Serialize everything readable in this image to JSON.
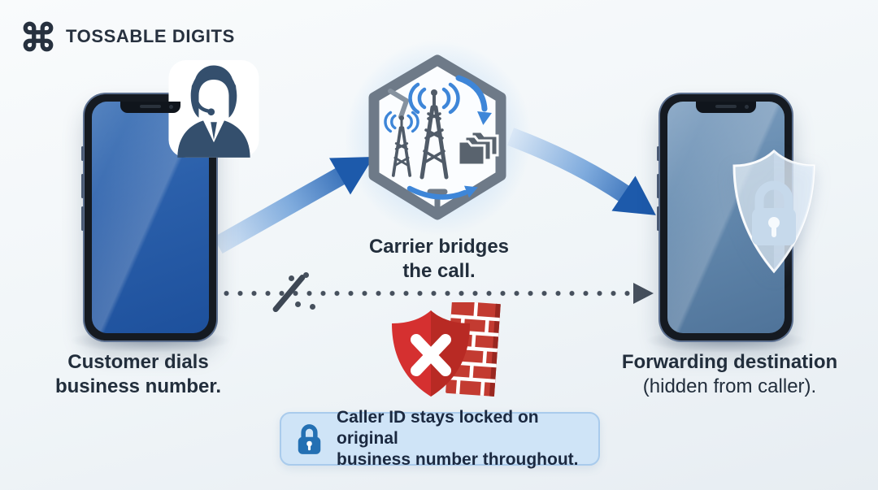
{
  "logo": {
    "text": "TOSSABLE DIGITS"
  },
  "flow": {
    "left_caption": {
      "line1": "Customer dials",
      "line2": "business number."
    },
    "center_caption": {
      "line1": "Carrier bridges",
      "line2": "the call."
    },
    "right_caption": {
      "line1": "Forwarding destination",
      "line2": "(hidden from caller)."
    }
  },
  "banner": {
    "line1": "Caller ID stays locked on original",
    "line2": "business number throughout."
  },
  "icons": {
    "command-icon": "command glyph brand mark",
    "support-agent-icon": "customer service agent with headset",
    "carrier-hexagon-icon": "hexagon containing cell towers and data folders",
    "cell-tower-icon": "radio tower with blue signal arcs",
    "folders-icon": "stacked document folders",
    "flow-arrow": "thick blue curved arrow",
    "blocked-line": "dotted line with slash meaning direct path blocked",
    "firewall-shield-icon": "red shield with white X in front of brick wall",
    "privacy-shield-icon": "translucent glass shield with padlock",
    "lock-icon": "blue padlock"
  },
  "colors": {
    "accent_blue": "#1c5dad",
    "navy_text": "#27313f",
    "alert_red": "#d03030",
    "banner_bg": "#cfe4f7",
    "banner_border": "#a9cbec",
    "lock_blue": "#2470b3",
    "hexagon_gray": "#6e7a88",
    "dotted_gray": "#46505d"
  }
}
